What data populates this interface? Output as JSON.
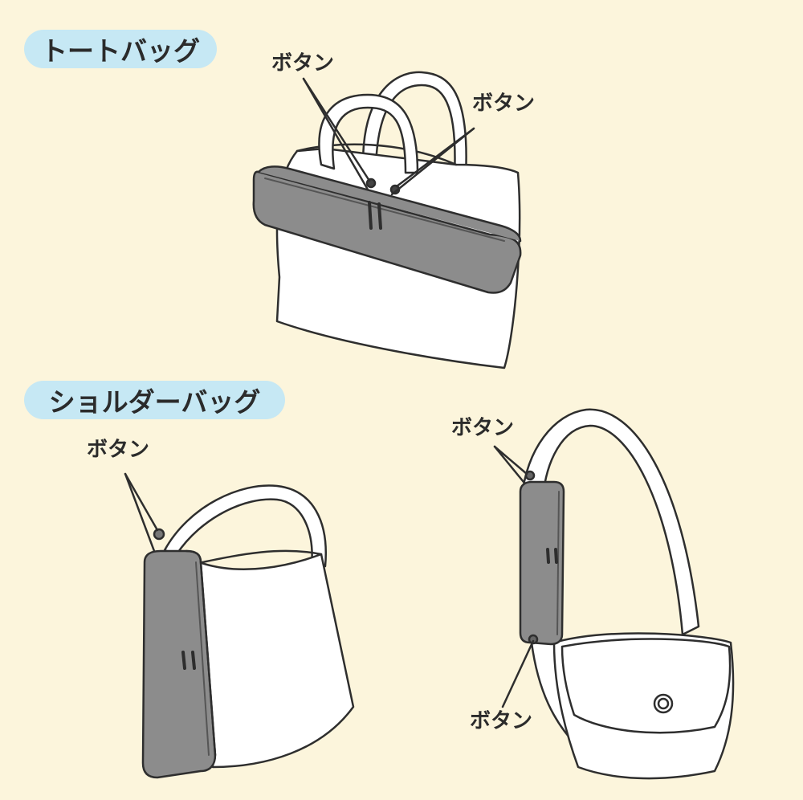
{
  "sections": {
    "tote_title": "トートバッグ",
    "shoulder_title": "ショルダーバッグ"
  },
  "labels": {
    "tote_button_left": "ボタン",
    "tote_button_right": "ボタン",
    "shoulder_button": "ボタン",
    "messenger_button_top": "ボタン",
    "messenger_button_bottom": "ボタン"
  },
  "colors": {
    "background": "#FCF5DC",
    "pill": "#C6E8F4",
    "case_fill": "#8C8C8C",
    "outline": "#2E2E2E",
    "bag_fill": "#FFFFFF"
  }
}
